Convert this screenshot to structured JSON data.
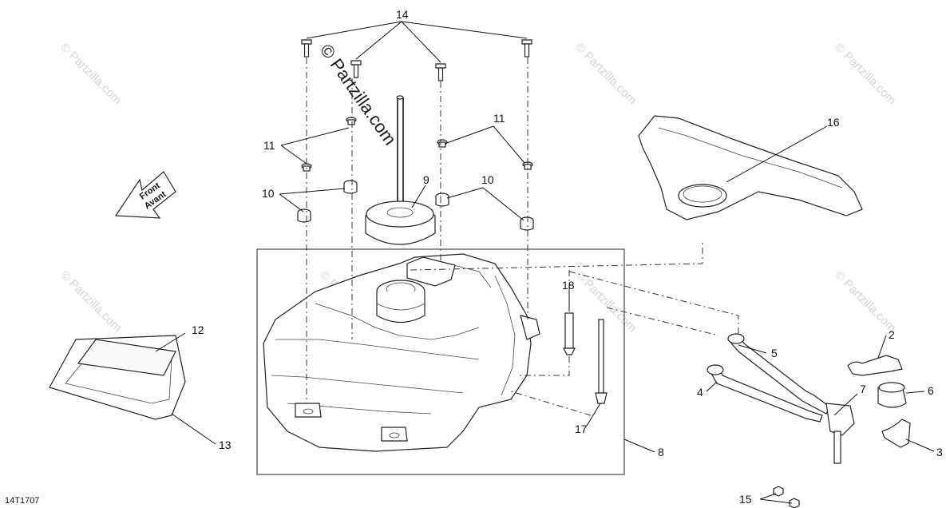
{
  "diagram": {
    "drawing_code": "14T1707",
    "direction_arrow": {
      "line1": "Front",
      "line2": "Avant"
    },
    "watermark_main": "© Partzilla.com",
    "watermark_repeat": "© Partzilla.com",
    "callouts": [
      {
        "id": "c14",
        "label": "14"
      },
      {
        "id": "c11a",
        "label": "11"
      },
      {
        "id": "c11b",
        "label": "11"
      },
      {
        "id": "c10a",
        "label": "10"
      },
      {
        "id": "c10b",
        "label": "10"
      },
      {
        "id": "c9",
        "label": "9"
      },
      {
        "id": "c16",
        "label": "16"
      },
      {
        "id": "c12",
        "label": "12"
      },
      {
        "id": "c13",
        "label": "13"
      },
      {
        "id": "c18",
        "label": "18"
      },
      {
        "id": "c17",
        "label": "17"
      },
      {
        "id": "c8",
        "label": "8"
      },
      {
        "id": "c5",
        "label": "5"
      },
      {
        "id": "c4",
        "label": "4"
      },
      {
        "id": "c7",
        "label": "7"
      },
      {
        "id": "c2",
        "label": "2"
      },
      {
        "id": "c6",
        "label": "6"
      },
      {
        "id": "c3",
        "label": "3"
      },
      {
        "id": "c15",
        "label": "15"
      }
    ]
  }
}
